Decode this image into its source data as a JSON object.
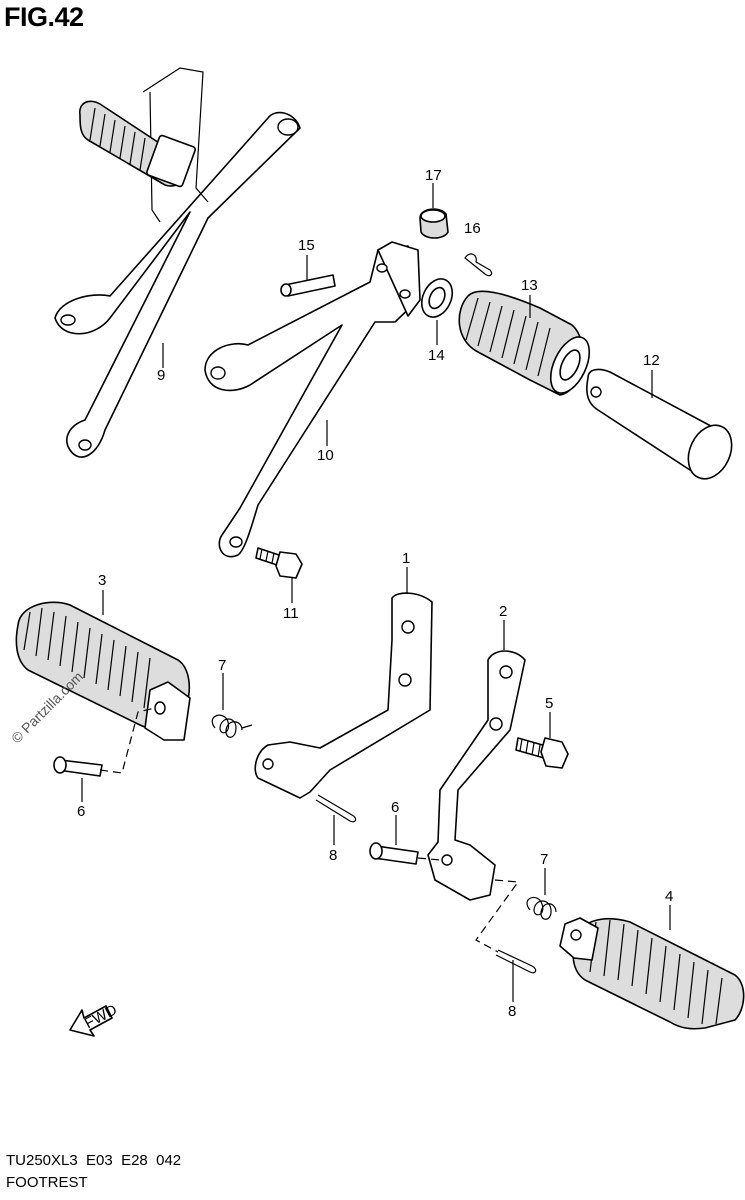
{
  "title": "FIG.42",
  "footer": {
    "code": "TU250XL3  E03  E28  042",
    "name": "FOOTREST"
  },
  "watermark": "© Partzilla.com",
  "fwd_label": "FWD",
  "callouts": [
    {
      "id": "c9",
      "label": "9"
    },
    {
      "id": "c15",
      "label": "15"
    },
    {
      "id": "c17",
      "label": "17"
    },
    {
      "id": "c16",
      "label": "16"
    },
    {
      "id": "c13",
      "label": "13"
    },
    {
      "id": "c14",
      "label": "14"
    },
    {
      "id": "c12",
      "label": "12"
    },
    {
      "id": "c10",
      "label": "10"
    },
    {
      "id": "c11",
      "label": "11"
    },
    {
      "id": "c3",
      "label": "3"
    },
    {
      "id": "c1",
      "label": "1"
    },
    {
      "id": "c2",
      "label": "2"
    },
    {
      "id": "c7a",
      "label": "7"
    },
    {
      "id": "c5",
      "label": "5"
    },
    {
      "id": "c6a",
      "label": "6"
    },
    {
      "id": "c8a",
      "label": "8"
    },
    {
      "id": "c6b",
      "label": "6"
    },
    {
      "id": "c7b",
      "label": "7"
    },
    {
      "id": "c4",
      "label": "4"
    },
    {
      "id": "c8b",
      "label": "8"
    }
  ]
}
